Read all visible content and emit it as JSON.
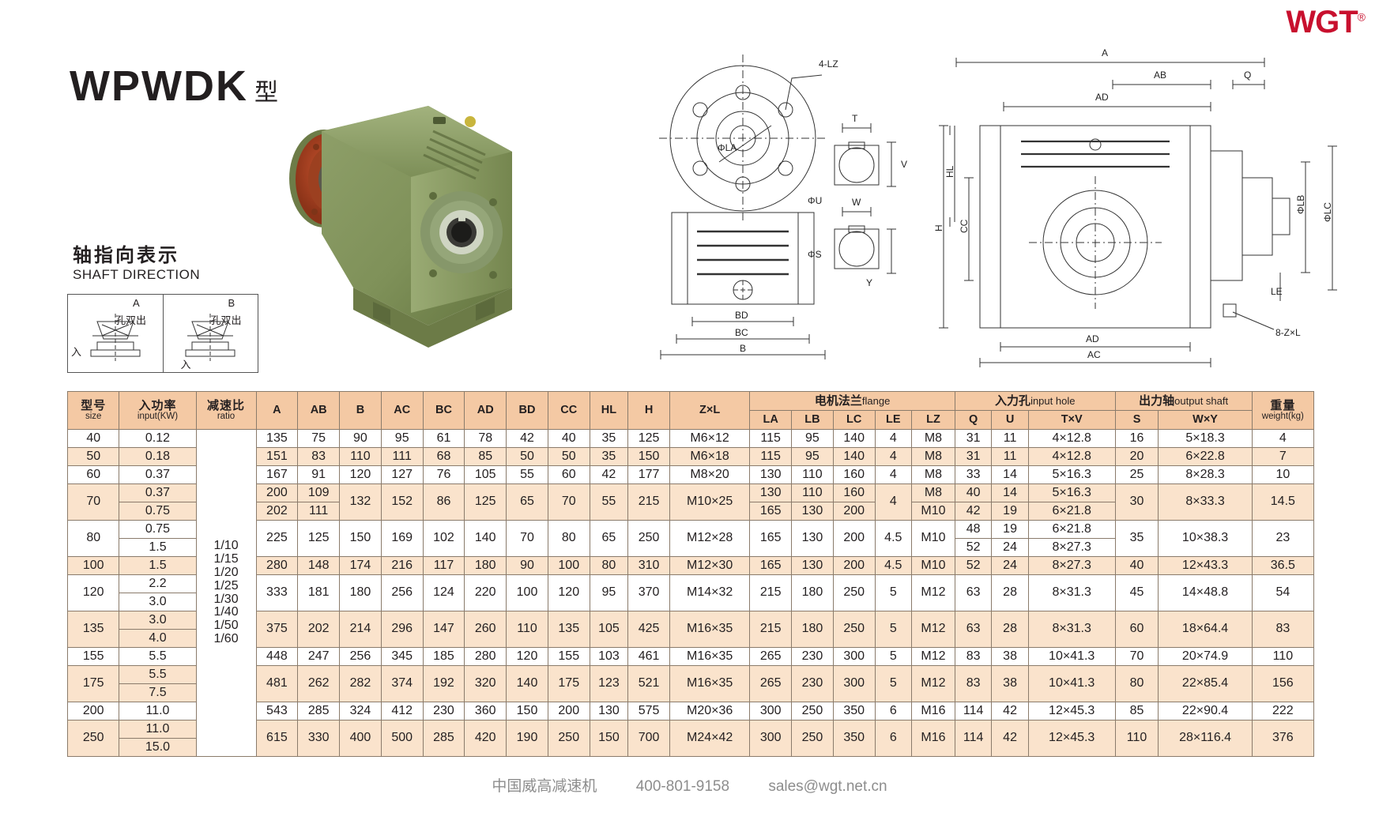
{
  "brand": {
    "logo": "WGT",
    "registered": "®"
  },
  "title": {
    "model": "WPWDK",
    "suffix": "型"
  },
  "shaft_direction": {
    "cn": "轴指向表示",
    "en": "SHAFT DIRECTION",
    "left_label": "A",
    "left_note": "孔双出",
    "left_in": "入",
    "right_label": "B",
    "right_note": "孔双出",
    "right_in": "入"
  },
  "drawings": {
    "middle": {
      "flange_holes": "4-LZ",
      "phi_la": "ΦLA",
      "bd": "BD",
      "bc": "BC",
      "b": "B"
    },
    "keyway": {
      "t": "T",
      "v": "V",
      "phi_u": "ΦU",
      "phi_s": "ΦS",
      "w": "W",
      "y": "Y"
    },
    "right": {
      "a": "A",
      "ab": "AB",
      "q": "Q",
      "ad_top": "AD",
      "hl": "HL",
      "cc": "CC",
      "h": "H",
      "phi_lb": "ΦLB",
      "phi_lc": "ΦLC",
      "le": "LE",
      "ad_bottom": "AD",
      "ac": "AC",
      "bolts": "8-Z×L"
    }
  },
  "table": {
    "headers": {
      "size": {
        "cn": "型号",
        "en": "size"
      },
      "input_power": {
        "cn": "入功率",
        "en": "input(KW)"
      },
      "ratio": {
        "cn": "减速比",
        "en": "ratio"
      },
      "A": "A",
      "AB": "AB",
      "B": "B",
      "AC": "AC",
      "BC": "BC",
      "AD": "AD",
      "BD": "BD",
      "CC": "CC",
      "HL": "HL",
      "H": "H",
      "ZxL": "Z×L",
      "flange_group": {
        "cn": "电机法兰",
        "en": "flange"
      },
      "LA": "LA",
      "LB": "LB",
      "LC": "LC",
      "LE": "LE",
      "LZ": "LZ",
      "input_hole_group": {
        "cn": "入力孔",
        "en": "input hole"
      },
      "Q": "Q",
      "U": "U",
      "TxV": "T×V",
      "output_shaft_group": {
        "cn": "出力轴",
        "en": "output shaft"
      },
      "S": "S",
      "WxY": "W×Y",
      "weight": {
        "cn": "重量",
        "en": "weight(kg)"
      }
    },
    "ratio_values": [
      "1/10",
      "1/15",
      "1/20",
      "1/25",
      "1/30",
      "1/40",
      "1/50",
      "1/60"
    ],
    "rows": [
      {
        "size": "40",
        "power": [
          "0.12"
        ],
        "A": [
          "135"
        ],
        "AB": [
          "75"
        ],
        "B": [
          "90"
        ],
        "AC": [
          "95"
        ],
        "BC": [
          "61"
        ],
        "AD": [
          "78"
        ],
        "BD": [
          "42"
        ],
        "CC": [
          "40"
        ],
        "HL": [
          "35"
        ],
        "H": [
          "125"
        ],
        "ZxL": [
          "M6×12"
        ],
        "LA": [
          "115"
        ],
        "LB": [
          "95"
        ],
        "LC": [
          "140"
        ],
        "LE": [
          "4"
        ],
        "LZ": [
          "M8"
        ],
        "Q": [
          "31"
        ],
        "U": [
          "11"
        ],
        "TxV": [
          "4×12.8"
        ],
        "S": [
          "16"
        ],
        "WxY": [
          "5×18.3"
        ],
        "weight": [
          "4"
        ]
      },
      {
        "size": "50",
        "power": [
          "0.18"
        ],
        "A": [
          "151"
        ],
        "AB": [
          "83"
        ],
        "B": [
          "110"
        ],
        "AC": [
          "111"
        ],
        "BC": [
          "68"
        ],
        "AD": [
          "85"
        ],
        "BD": [
          "50"
        ],
        "CC": [
          "50"
        ],
        "HL": [
          "35"
        ],
        "H": [
          "150"
        ],
        "ZxL": [
          "M6×18"
        ],
        "LA": [
          "115"
        ],
        "LB": [
          "95"
        ],
        "LC": [
          "140"
        ],
        "LE": [
          "4"
        ],
        "LZ": [
          "M8"
        ],
        "Q": [
          "31"
        ],
        "U": [
          "11"
        ],
        "TxV": [
          "4×12.8"
        ],
        "S": [
          "20"
        ],
        "WxY": [
          "6×22.8"
        ],
        "weight": [
          "7"
        ]
      },
      {
        "size": "60",
        "power": [
          "0.37"
        ],
        "A": [
          "167"
        ],
        "AB": [
          "91"
        ],
        "B": [
          "120"
        ],
        "AC": [
          "127"
        ],
        "BC": [
          "76"
        ],
        "AD": [
          "105"
        ],
        "BD": [
          "55"
        ],
        "CC": [
          "60"
        ],
        "HL": [
          "42"
        ],
        "H": [
          "177"
        ],
        "ZxL": [
          "M8×20"
        ],
        "LA": [
          "130"
        ],
        "LB": [
          "110"
        ],
        "LC": [
          "160"
        ],
        "LE": [
          "4"
        ],
        "LZ": [
          "M8"
        ],
        "Q": [
          "33"
        ],
        "U": [
          "14"
        ],
        "TxV": [
          "5×16.3"
        ],
        "S": [
          "25"
        ],
        "WxY": [
          "8×28.3"
        ],
        "weight": [
          "10"
        ]
      },
      {
        "size": "70",
        "power": [
          "0.37",
          "0.75"
        ],
        "A": [
          "200",
          "202"
        ],
        "AB": [
          "109",
          "111"
        ],
        "B": [
          "132"
        ],
        "AC": [
          "152"
        ],
        "BC": [
          "86"
        ],
        "AD": [
          "125"
        ],
        "BD": [
          "65"
        ],
        "CC": [
          "70"
        ],
        "HL": [
          "55"
        ],
        "H": [
          "215"
        ],
        "ZxL": [
          "M10×25"
        ],
        "LA": [
          "130",
          "165"
        ],
        "LB": [
          "110",
          "130"
        ],
        "LC": [
          "160",
          "200"
        ],
        "LE": [
          "4"
        ],
        "LZ": [
          "M8",
          "M10"
        ],
        "Q": [
          "40",
          "42"
        ],
        "U": [
          "14",
          "19"
        ],
        "TxV": [
          "5×16.3",
          "6×21.8"
        ],
        "S": [
          "30"
        ],
        "WxY": [
          "8×33.3"
        ],
        "weight": [
          "14.5"
        ]
      },
      {
        "size": "80",
        "power": [
          "0.75",
          "1.5"
        ],
        "A": [
          "225"
        ],
        "AB": [
          "125"
        ],
        "B": [
          "150"
        ],
        "AC": [
          "169"
        ],
        "BC": [
          "102"
        ],
        "AD": [
          "140"
        ],
        "BD": [
          "70"
        ],
        "CC": [
          "80"
        ],
        "HL": [
          "65"
        ],
        "H": [
          "250"
        ],
        "ZxL": [
          "M12×28"
        ],
        "LA": [
          "165"
        ],
        "LB": [
          "130"
        ],
        "LC": [
          "200"
        ],
        "LE": [
          "4.5"
        ],
        "LZ": [
          "M10"
        ],
        "Q": [
          "48",
          "52"
        ],
        "U": [
          "19",
          "24"
        ],
        "TxV": [
          "6×21.8",
          "8×27.3"
        ],
        "S": [
          "35"
        ],
        "WxY": [
          "10×38.3"
        ],
        "weight": [
          "23"
        ]
      },
      {
        "size": "100",
        "power": [
          "1.5"
        ],
        "A": [
          "280"
        ],
        "AB": [
          "148"
        ],
        "B": [
          "174"
        ],
        "AC": [
          "216"
        ],
        "BC": [
          "117"
        ],
        "AD": [
          "180"
        ],
        "BD": [
          "90"
        ],
        "CC": [
          "100"
        ],
        "HL": [
          "80"
        ],
        "H": [
          "310"
        ],
        "ZxL": [
          "M12×30"
        ],
        "LA": [
          "165"
        ],
        "LB": [
          "130"
        ],
        "LC": [
          "200"
        ],
        "LE": [
          "4.5"
        ],
        "LZ": [
          "M10"
        ],
        "Q": [
          "52"
        ],
        "U": [
          "24"
        ],
        "TxV": [
          "8×27.3"
        ],
        "S": [
          "40"
        ],
        "WxY": [
          "12×43.3"
        ],
        "weight": [
          "36.5"
        ]
      },
      {
        "size": "120",
        "power": [
          "2.2",
          "3.0"
        ],
        "A": [
          "333"
        ],
        "AB": [
          "181"
        ],
        "B": [
          "180"
        ],
        "AC": [
          "256"
        ],
        "BC": [
          "124"
        ],
        "AD": [
          "220"
        ],
        "BD": [
          "100"
        ],
        "CC": [
          "120"
        ],
        "HL": [
          "95"
        ],
        "H": [
          "370"
        ],
        "ZxL": [
          "M14×32"
        ],
        "LA": [
          "215"
        ],
        "LB": [
          "180"
        ],
        "LC": [
          "250"
        ],
        "LE": [
          "5"
        ],
        "LZ": [
          "M12"
        ],
        "Q": [
          "63"
        ],
        "U": [
          "28"
        ],
        "TxV": [
          "8×31.3"
        ],
        "S": [
          "45"
        ],
        "WxY": [
          "14×48.8"
        ],
        "weight": [
          "54"
        ]
      },
      {
        "size": "135",
        "power": [
          "3.0",
          "4.0"
        ],
        "A": [
          "375"
        ],
        "AB": [
          "202"
        ],
        "B": [
          "214"
        ],
        "AC": [
          "296"
        ],
        "BC": [
          "147"
        ],
        "AD": [
          "260"
        ],
        "BD": [
          "110"
        ],
        "CC": [
          "135"
        ],
        "HL": [
          "105"
        ],
        "H": [
          "425"
        ],
        "ZxL": [
          "M16×35"
        ],
        "LA": [
          "215"
        ],
        "LB": [
          "180"
        ],
        "LC": [
          "250"
        ],
        "LE": [
          "5"
        ],
        "LZ": [
          "M12"
        ],
        "Q": [
          "63"
        ],
        "U": [
          "28"
        ],
        "TxV": [
          "8×31.3"
        ],
        "S": [
          "60"
        ],
        "WxY": [
          "18×64.4"
        ],
        "weight": [
          "83"
        ]
      },
      {
        "size": "155",
        "power": [
          "5.5"
        ],
        "A": [
          "448"
        ],
        "AB": [
          "247"
        ],
        "B": [
          "256"
        ],
        "AC": [
          "345"
        ],
        "BC": [
          "185"
        ],
        "AD": [
          "280"
        ],
        "BD": [
          "120"
        ],
        "CC": [
          "155"
        ],
        "HL": [
          "103"
        ],
        "H": [
          "461"
        ],
        "ZxL": [
          "M16×35"
        ],
        "LA": [
          "265"
        ],
        "LB": [
          "230"
        ],
        "LC": [
          "300"
        ],
        "LE": [
          "5"
        ],
        "LZ": [
          "M12"
        ],
        "Q": [
          "83"
        ],
        "U": [
          "38"
        ],
        "TxV": [
          "10×41.3"
        ],
        "S": [
          "70"
        ],
        "WxY": [
          "20×74.9"
        ],
        "weight": [
          "110"
        ]
      },
      {
        "size": "175",
        "power": [
          "5.5",
          "7.5"
        ],
        "A": [
          "481"
        ],
        "AB": [
          "262"
        ],
        "B": [
          "282"
        ],
        "AC": [
          "374"
        ],
        "BC": [
          "192"
        ],
        "AD": [
          "320"
        ],
        "BD": [
          "140"
        ],
        "CC": [
          "175"
        ],
        "HL": [
          "123"
        ],
        "H": [
          "521"
        ],
        "ZxL": [
          "M16×35"
        ],
        "LA": [
          "265"
        ],
        "LB": [
          "230"
        ],
        "LC": [
          "300"
        ],
        "LE": [
          "5"
        ],
        "LZ": [
          "M12"
        ],
        "Q": [
          "83"
        ],
        "U": [
          "38"
        ],
        "TxV": [
          "10×41.3"
        ],
        "S": [
          "80"
        ],
        "WxY": [
          "22×85.4"
        ],
        "weight": [
          "156"
        ]
      },
      {
        "size": "200",
        "power": [
          "11.0"
        ],
        "A": [
          "543"
        ],
        "AB": [
          "285"
        ],
        "B": [
          "324"
        ],
        "AC": [
          "412"
        ],
        "BC": [
          "230"
        ],
        "AD": [
          "360"
        ],
        "BD": [
          "150"
        ],
        "CC": [
          "200"
        ],
        "HL": [
          "130"
        ],
        "H": [
          "575"
        ],
        "ZxL": [
          "M20×36"
        ],
        "LA": [
          "300"
        ],
        "LB": [
          "250"
        ],
        "LC": [
          "350"
        ],
        "LE": [
          "6"
        ],
        "LZ": [
          "M16"
        ],
        "Q": [
          "114"
        ],
        "U": [
          "42"
        ],
        "TxV": [
          "12×45.3"
        ],
        "S": [
          "85"
        ],
        "WxY": [
          "22×90.4"
        ],
        "weight": [
          "222"
        ]
      },
      {
        "size": "250",
        "power": [
          "11.0",
          "15.0"
        ],
        "A": [
          "615"
        ],
        "AB": [
          "330"
        ],
        "B": [
          "400"
        ],
        "AC": [
          "500"
        ],
        "BC": [
          "285"
        ],
        "AD": [
          "420"
        ],
        "BD": [
          "190"
        ],
        "CC": [
          "250"
        ],
        "HL": [
          "150"
        ],
        "H": [
          "700"
        ],
        "ZxL": [
          "M24×42"
        ],
        "LA": [
          "300"
        ],
        "LB": [
          "250"
        ],
        "LC": [
          "350"
        ],
        "LE": [
          "6"
        ],
        "LZ": [
          "M16"
        ],
        "Q": [
          "114"
        ],
        "U": [
          "42"
        ],
        "TxV": [
          "12×45.3"
        ],
        "S": [
          "110"
        ],
        "WxY": [
          "28×116.4"
        ],
        "weight": [
          "376"
        ]
      }
    ]
  },
  "footer": {
    "company": "中国威高减速机",
    "phone": "400-801-9158",
    "email": "sales@wgt.net.cn"
  },
  "colors": {
    "logo_red": "#c8102e",
    "header_bg": "#f4c9a4",
    "row_alt_bg": "#fae3cc",
    "border": "#8a7b6b"
  }
}
